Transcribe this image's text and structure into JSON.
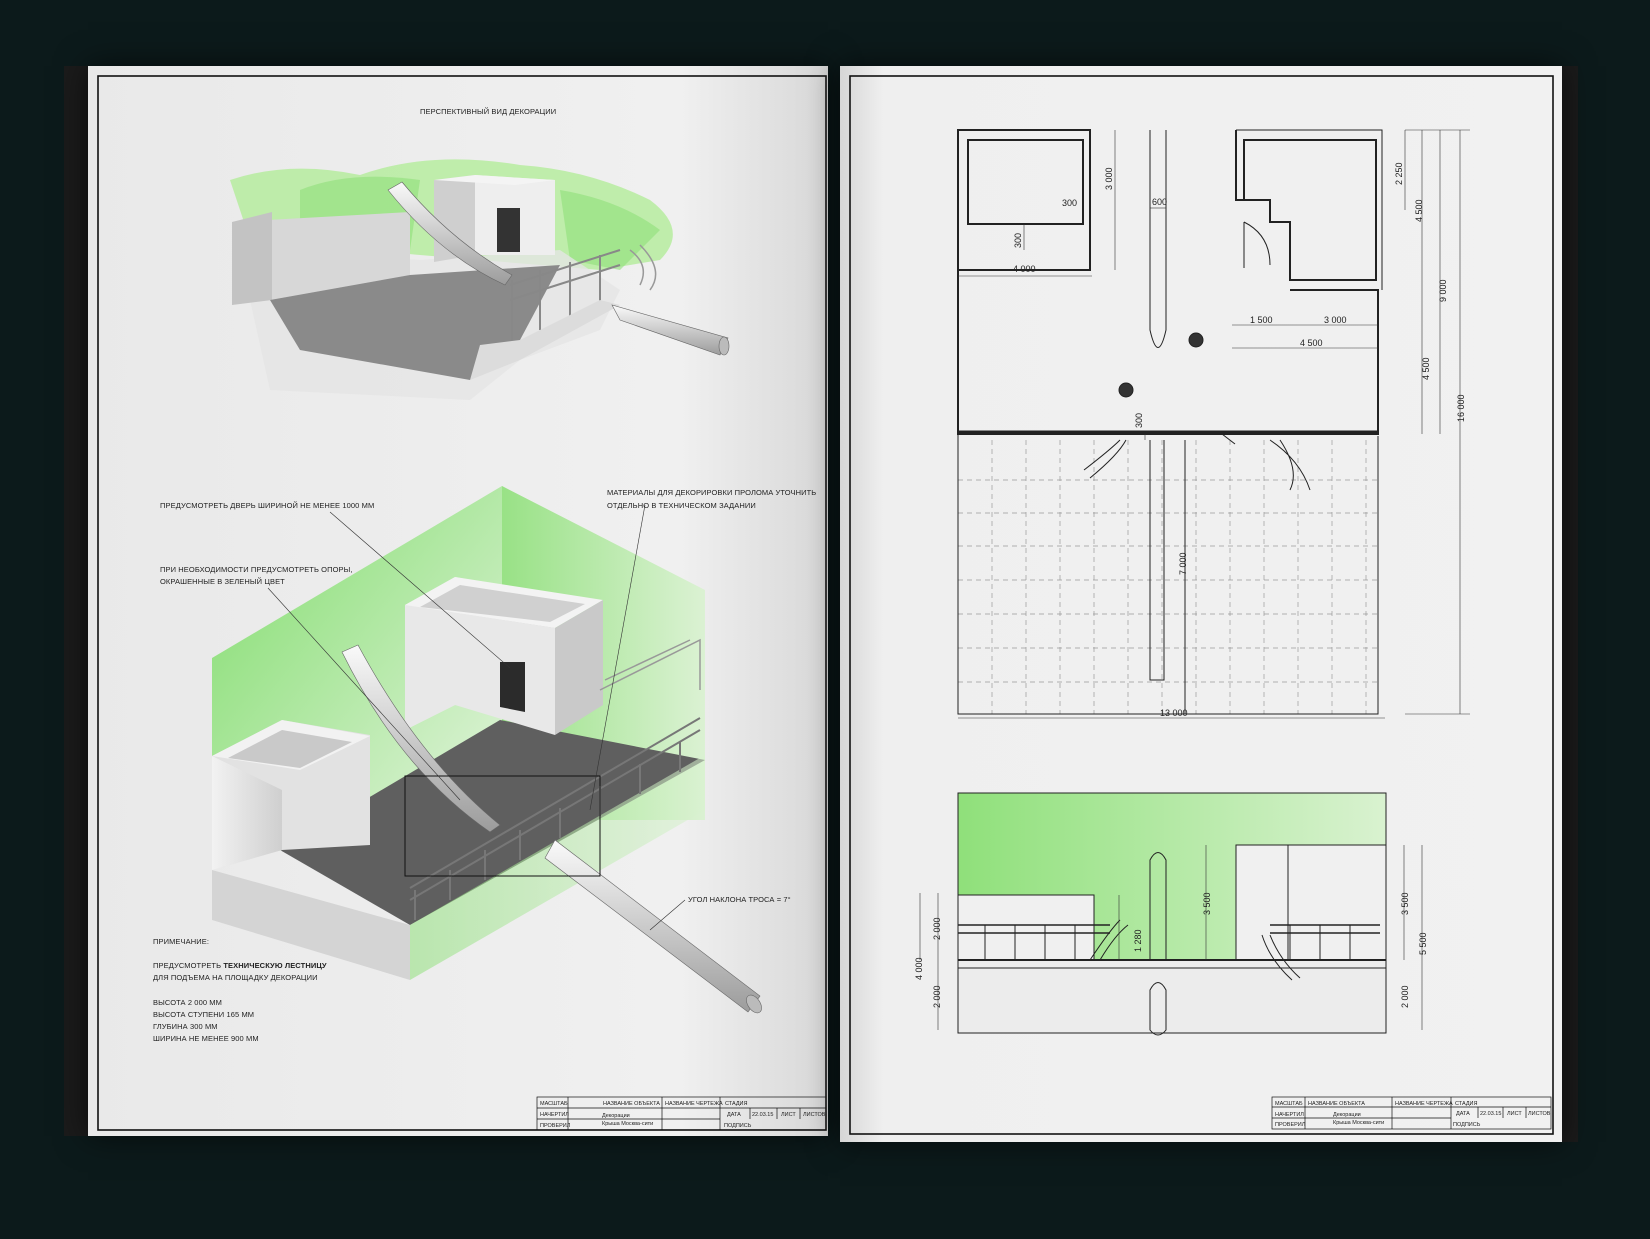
{
  "left_page": {
    "perspective_title": "ПЕРСПЕКТИВНЫЙ ВИД ДЕКОРАЦИИ",
    "callout_door": "ПРЕДУСМОТРЕТЬ ДВЕРЬ ШИРИНОЙ НЕ МЕНЕЕ 1000 ММ",
    "callout_supports_1": "ПРИ НЕОБХОДИМОСТИ ПРЕДУСМОТРЕТЬ ОПОРЫ,",
    "callout_supports_2": "ОКРАШЕННЫЕ В ЗЕЛЕНЫЙ ЦВЕТ",
    "callout_materials_1": "МАТЕРИАЛЫ ДЛЯ ДЕКОРИРОВКИ ПРОЛОМА УТОЧНИТЬ",
    "callout_materials_2": "ОТДЕЛЬНО В ТЕХНИЧЕСКОМ ЗАДАНИИ",
    "callout_cable": "УГОЛ НАКЛОНА ТРОСА = 7°",
    "note_title": "ПРИМЕЧАНИЕ:",
    "note_line1_prefix": "ПРЕДУСМОТРЕТЬ ",
    "note_line1_bold": "ТЕХНИЧЕСКУЮ ЛЕСТНИЦУ",
    "note_line2": "ДЛЯ ПОДЪЕМА НА ПЛОЩАДКУ ДЕКОРАЦИИ",
    "note_height": "ВЫСОТА 2 000 ММ",
    "note_step": "ВЫСОТА СТУПЕНИ 165 ММ",
    "note_depth": "ГЛУБИНА 300 ММ",
    "note_width": "ШИРИНА НЕ МЕНЕЕ 900 ММ"
  },
  "title_block": {
    "scale": "МАСШТАБ",
    "drawn": "НАЧЕРТИЛ",
    "checked": "ПРОВЕРИЛ",
    "object_name_label": "НАЗВАНИЕ ОБЪЕКТА",
    "object_name_1": "Декорации",
    "object_name_2": "Крыша Москва-сити",
    "drawing_name_label": "НАЗВАНИЕ ЧЕРТЕЖА",
    "stage": "СТАДИЯ",
    "date_label": "ДАТА",
    "date": "22.03.15",
    "sheet": "ЛИСТ",
    "sheets": "ЛИСТОВ",
    "signature": "ПОДПИСЬ"
  },
  "plan_dims": {
    "d300a": "300",
    "d3000a": "3 000",
    "d600": "600",
    "d2250": "2 250",
    "d4500a": "4 500",
    "d300b": "300",
    "d4000": "4 000",
    "d9000": "9 000",
    "d1500": "1 500",
    "d3000b": "3 000",
    "d4500b": "4 500",
    "d4500c": "4 500",
    "d16000": "16 000",
    "d300c": "300",
    "d7000": "7 000",
    "d13000": "13 000"
  },
  "elev_dims": {
    "d2000a": "2 000",
    "d4000": "4 000",
    "d2000b": "2 000",
    "d1280": "1 280",
    "d3500a": "3 500",
    "d3500b": "3 500",
    "d5500": "5 500",
    "d2000c": "2 000"
  },
  "colors": {
    "background": "#0c1a1b",
    "paper": "#ececec",
    "accent_green": "#8fe07a"
  }
}
